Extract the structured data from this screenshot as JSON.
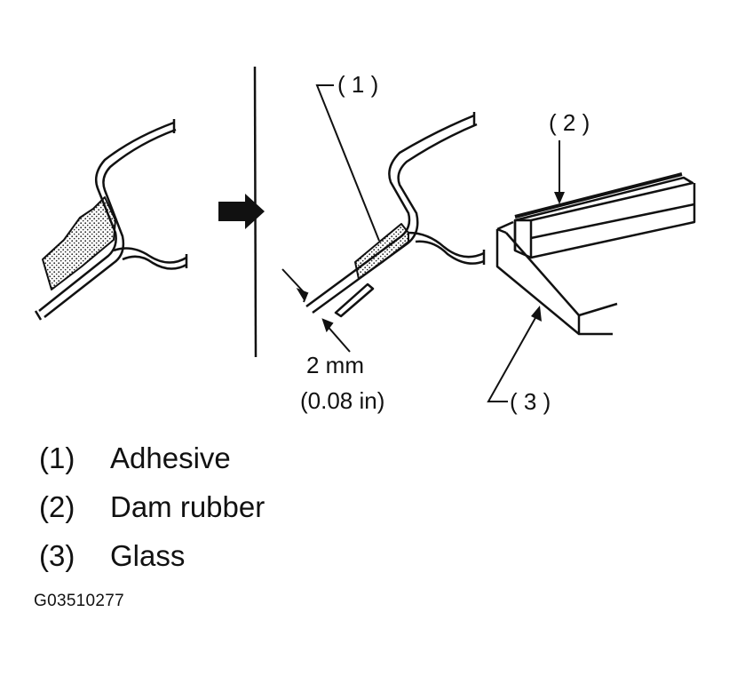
{
  "callouts": {
    "c1": "( 1 )",
    "c2": "( 2 )",
    "c3": "( 3 )"
  },
  "dimension": {
    "metric": "2 mm",
    "imperial": "(0.08 in)"
  },
  "legend": [
    {
      "num": "(1)",
      "text": "Adhesive"
    },
    {
      "num": "(2)",
      "text": "Dam rubber"
    },
    {
      "num": "(3)",
      "text": "Glass"
    }
  ],
  "figure_id": "G03510277"
}
